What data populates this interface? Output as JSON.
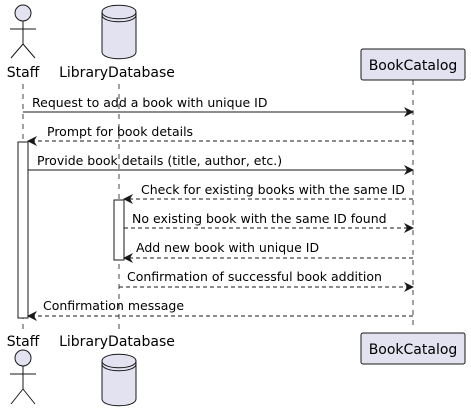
{
  "diagram": {
    "type": "sequence",
    "participants": [
      {
        "id": "staff",
        "label": "Staff",
        "kind": "actor"
      },
      {
        "id": "library_database",
        "label": "LibraryDatabase",
        "kind": "database"
      },
      {
        "id": "book_catalog",
        "label": "BookCatalog",
        "kind": "participant"
      }
    ],
    "messages": [
      {
        "from": "staff",
        "to": "book_catalog",
        "label": "Request to add a book with unique ID",
        "style": "solid"
      },
      {
        "from": "book_catalog",
        "to": "staff",
        "label": "Prompt for book details",
        "style": "dashed"
      },
      {
        "from": "staff",
        "to": "book_catalog",
        "label": "Provide book details (title, author, etc.)",
        "style": "solid"
      },
      {
        "from": "book_catalog",
        "to": "library_database",
        "label": "Check for existing books with the same ID",
        "style": "dashed"
      },
      {
        "from": "library_database",
        "to": "book_catalog",
        "label": "No existing book with the same ID found",
        "style": "dashed"
      },
      {
        "from": "book_catalog",
        "to": "library_database",
        "label": "Add new book with unique ID",
        "style": "dashed"
      },
      {
        "from": "library_database",
        "to": "book_catalog",
        "label": "Confirmation of successful book addition",
        "style": "dashed"
      },
      {
        "from": "book_catalog",
        "to": "staff",
        "label": "Confirmation message",
        "style": "dashed"
      }
    ],
    "colors": {
      "participant_fill": "#e2e2f0",
      "participant_stroke": "#181818",
      "lifeline": "#181818",
      "activation_fill": "#ffffff",
      "arrow": "#181818"
    }
  }
}
